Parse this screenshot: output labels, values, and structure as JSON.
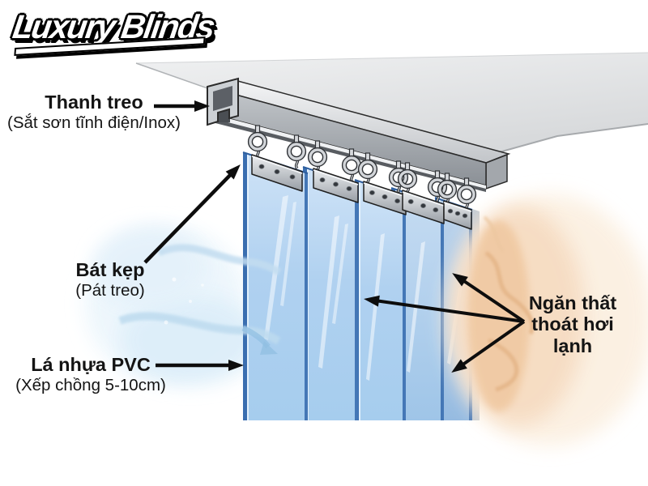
{
  "logo": {
    "text": "Luxury Blinds"
  },
  "labels": {
    "thanh_treo": {
      "title": "Thanh treo",
      "subtitle": "(Sắt sơn tĩnh điện/Inox)"
    },
    "bat_kep": {
      "title": "Bát kẹp",
      "subtitle": "(Pát treo)"
    },
    "la_nhua_pvc": {
      "title": "Lá nhựa PVC",
      "subtitle": "(Xếp chồng 5-10cm)"
    },
    "ngan_that": {
      "line1": "Ngăn thất",
      "line2": "thoát hơi",
      "line3": "lạnh"
    }
  },
  "colors": {
    "background": "#ffffff",
    "strip_blue": "#aecfee",
    "strip_edge_blue": "#3a6eb0",
    "rail_gray": "#b4b8bd",
    "ceiling_gray": "#e2e3e5",
    "bracket_gray": "#c7cbd0",
    "cold_air_blue": "#cfe6f4",
    "warm_glow_orange": "#f3cda4",
    "text": "#141414",
    "arrow": "#0d0d0d",
    "logo_fill": "#ffffff",
    "logo_outline": "#000000"
  }
}
